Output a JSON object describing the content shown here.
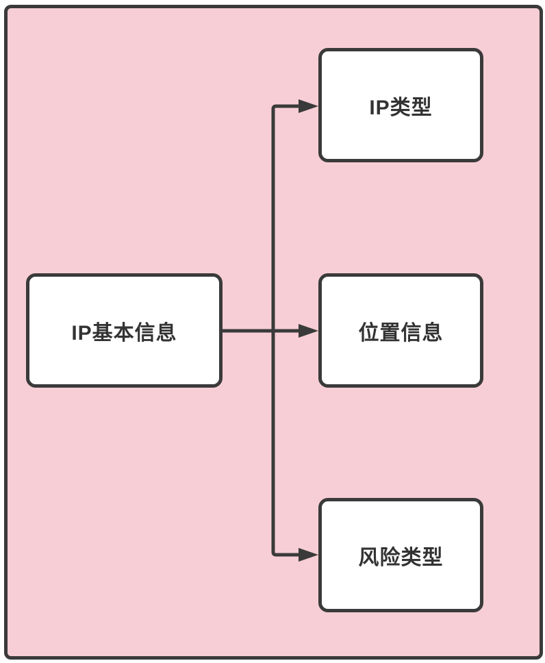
{
  "diagram": {
    "type": "flowchart",
    "colors": {
      "canvas_fill": "#f7ced5",
      "stroke": "#3a3a3a",
      "node_fill": "#ffffff",
      "text": "#333333"
    },
    "nodes": [
      {
        "id": "ip-basic-info",
        "label": "IP基本信息",
        "role": "source"
      },
      {
        "id": "ip-type",
        "label": "IP类型",
        "role": "target"
      },
      {
        "id": "location-info",
        "label": "位置信息",
        "role": "target"
      },
      {
        "id": "risk-type",
        "label": "风险类型",
        "role": "target"
      }
    ],
    "edges": [
      {
        "from": "ip-basic-info",
        "to": "ip-type",
        "style": "arrow"
      },
      {
        "from": "ip-basic-info",
        "to": "location-info",
        "style": "arrow"
      },
      {
        "from": "ip-basic-info",
        "to": "risk-type",
        "style": "arrow"
      }
    ]
  }
}
